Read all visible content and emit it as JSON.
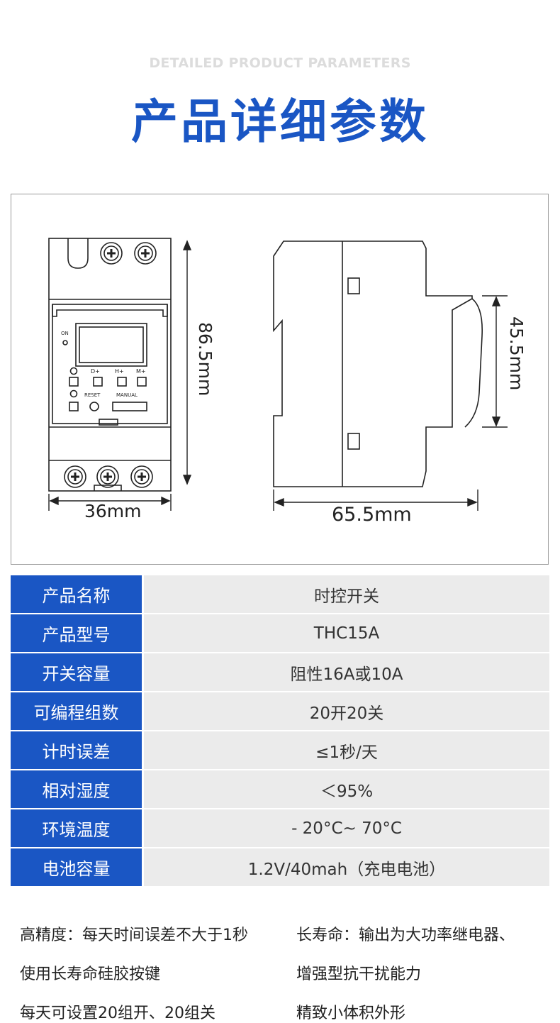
{
  "header": {
    "subtitle": "DETAILED PRODUCT PARAMETERS",
    "title": "产品详细参数"
  },
  "diagram": {
    "width_label": "36mm",
    "height_label": "86.5mm",
    "depth_label": "65.5mm",
    "step_label": "45.5mm",
    "on_label": "ON",
    "d_plus": "D+",
    "h_plus": "H+",
    "m_plus": "M+",
    "reset_label": "RESET",
    "manual_label": "MANUAL"
  },
  "specs": [
    {
      "key": "产品名称",
      "value": "时控开关"
    },
    {
      "key": "产品型号",
      "value": "THC15A"
    },
    {
      "key": "开关容量",
      "value": "阻性16A或10A"
    },
    {
      "key": "可编程组数",
      "value": "20开20关"
    },
    {
      "key": "计时误差",
      "value": "≤1秒/天"
    },
    {
      "key": "相对湿度",
      "value": "＜95%"
    },
    {
      "key": "环境温度",
      "value": "- 20°C~ 70°C"
    },
    {
      "key": "电池容量",
      "value": "1.2V/40mah（充电电池）"
    }
  ],
  "features": {
    "left_1": "高精度：每天时间误差不大于1秒",
    "left_2": "使用长寿命硅胶按键",
    "left_3": "每天可设置20组开、20组关",
    "right_1": "长寿命：输出为大功率继电器、",
    "right_2": "增强型抗干扰能力",
    "right_3": "精致小体积外形"
  },
  "colors": {
    "accent": "#1a56c4",
    "row_bg": "#ebebeb",
    "subtitle": "#dcdcdc"
  }
}
